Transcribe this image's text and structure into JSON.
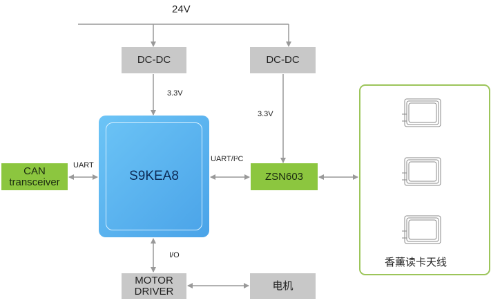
{
  "supply": {
    "voltage": "24V"
  },
  "dcdc_left": {
    "label": "DC-DC",
    "output": "3.3V"
  },
  "dcdc_right": {
    "label": "DC-DC",
    "output": "3.3V"
  },
  "mcu": {
    "label": "S9KEA8"
  },
  "can": {
    "line1": "CAN",
    "line2": "transceiver",
    "link": "UART"
  },
  "reader": {
    "label": "ZSN603",
    "link": "UART/I²C"
  },
  "antenna_panel": {
    "label": "香薰读卡天线",
    "antenna_count": 3
  },
  "motor_driver": {
    "line1": "MOTOR",
    "line2": "DRIVER",
    "link": "I/O"
  },
  "motor": {
    "label": "电机"
  },
  "colors": {
    "green": "#8cc63f",
    "gray": "#c8c8c8",
    "blue": "#4aa3e8",
    "arrow": "#999999"
  }
}
